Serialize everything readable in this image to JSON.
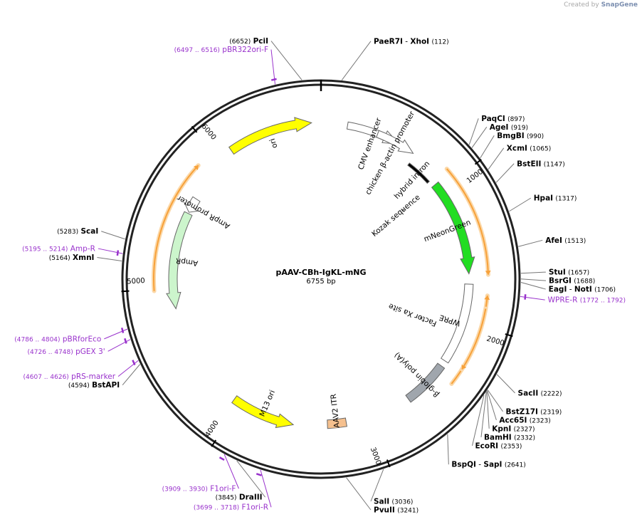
{
  "credit": {
    "prefix": "Created by",
    "brand": "SnapGene"
  },
  "map": {
    "name": "pAAV-CBh-IgKL-mNG",
    "length_label": "6755 bp",
    "length": 6755
  },
  "ticks": [
    {
      "bp": 1000,
      "label": "1000"
    },
    {
      "bp": 2000,
      "label": "2000"
    },
    {
      "bp": 3000,
      "label": "3000"
    },
    {
      "bp": 4000,
      "label": "4000"
    },
    {
      "bp": 5000,
      "label": "5000"
    },
    {
      "bp": 6000,
      "label": "6000"
    }
  ],
  "sites": [
    {
      "name": "PaeR7I",
      "name2": "XhoI",
      "pos": "(112)",
      "bp": 112,
      "type": "enzyme"
    },
    {
      "name": "PaqCI",
      "pos": "(897)",
      "bp": 897,
      "type": "enzyme"
    },
    {
      "name": "AgeI",
      "pos": "(919)",
      "bp": 919,
      "type": "enzyme"
    },
    {
      "name": "BmgBI",
      "pos": "(990)",
      "bp": 990,
      "type": "enzyme"
    },
    {
      "name": "XcmI",
      "pos": "(1065)",
      "bp": 1065,
      "type": "enzyme"
    },
    {
      "name": "BstEII",
      "pos": "(1147)",
      "bp": 1147,
      "type": "enzyme"
    },
    {
      "name": "HpaI",
      "pos": "(1317)",
      "bp": 1317,
      "type": "enzyme"
    },
    {
      "name": "AfeI",
      "pos": "(1513)",
      "bp": 1513,
      "type": "enzyme"
    },
    {
      "name": "StuI",
      "pos": "(1657)",
      "bp": 1657,
      "type": "enzyme"
    },
    {
      "name": "BsrGI",
      "pos": "(1688)",
      "bp": 1688,
      "type": "enzyme"
    },
    {
      "name": "EagI",
      "name2": "NotI",
      "pos": "(1706)",
      "bp": 1706,
      "type": "enzyme"
    },
    {
      "name": "WPRE-R",
      "pos": "(1772 .. 1792)",
      "bp": 1782,
      "type": "primer"
    },
    {
      "name": "SacII",
      "pos": "(2222)",
      "bp": 2222,
      "type": "enzyme"
    },
    {
      "name": "BstZ17I",
      "pos": "(2319)",
      "bp": 2319,
      "type": "enzyme"
    },
    {
      "name": "Acc65I",
      "pos": "(2323)",
      "bp": 2323,
      "type": "enzyme"
    },
    {
      "name": "KpnI",
      "pos": "(2327)",
      "bp": 2327,
      "type": "enzyme"
    },
    {
      "name": "BamHI",
      "pos": "(2332)",
      "bp": 2332,
      "type": "enzyme"
    },
    {
      "name": "EcoRI",
      "pos": "(2353)",
      "bp": 2353,
      "type": "enzyme"
    },
    {
      "name": "BspQI",
      "name2": "SapI",
      "pos": "(2641)",
      "bp": 2641,
      "type": "enzyme"
    },
    {
      "name": "SalI",
      "pos": "(3036)",
      "bp": 3036,
      "type": "enzyme"
    },
    {
      "name": "PvuII",
      "pos": "(3241)",
      "bp": 3241,
      "type": "enzyme"
    },
    {
      "name": "F1ori-R",
      "pos": "(3699 .. 3718)",
      "bp": 3708,
      "type": "primer"
    },
    {
      "name": "DraIII",
      "pos": "(3845)",
      "bp": 3845,
      "type": "enzyme"
    },
    {
      "name": "F1ori-F",
      "pos": "(3909 .. 3930)",
      "bp": 3920,
      "type": "primer"
    },
    {
      "name": "BstAPI",
      "pos": "(4594)",
      "bp": 4594,
      "type": "enzyme"
    },
    {
      "name": "pRS-marker",
      "pos": "(4607 .. 4626)",
      "bp": 4616,
      "type": "primer"
    },
    {
      "name": "pGEX 3'",
      "pos": "(4726 .. 4748)",
      "bp": 4737,
      "type": "primer"
    },
    {
      "name": "pBRforEco",
      "pos": "(4786 .. 4804)",
      "bp": 4795,
      "type": "primer"
    },
    {
      "name": "XmnI",
      "pos": "(5164)",
      "bp": 5164,
      "type": "enzyme"
    },
    {
      "name": "Amp-R",
      "pos": "(5195 .. 5214)",
      "bp": 5204,
      "type": "primer"
    },
    {
      "name": "ScaI",
      "pos": "(5283)",
      "bp": 5283,
      "type": "enzyme"
    },
    {
      "name": "pBR322ori-F",
      "pos": "(6497 .. 6516)",
      "bp": 6506,
      "type": "primer"
    },
    {
      "name": "PciI",
      "pos": "(6652)",
      "bp": 6652,
      "type": "enzyme"
    }
  ],
  "features": [
    {
      "name": "CMV enhancer",
      "start": 184,
      "end": 563,
      "fill": "#ffffff",
      "dir": 1
    },
    {
      "name": "chicken β-actin promoter",
      "start": 400,
      "end": 680,
      "fill": "#ffffff",
      "dir": 1
    },
    {
      "name": "hybrid intron",
      "start": 700,
      "end": 900,
      "fill": "#000000",
      "dir": 0
    },
    {
      "name": "mNeonGreen",
      "start": 945,
      "end": 1650,
      "fill": "#22dd22",
      "dir": 1
    },
    {
      "name": "Kozak sequence",
      "start": 930,
      "end": 940,
      "fill": "#ffffff",
      "dir": 0
    },
    {
      "name": "WPRE",
      "start": 1725,
      "end": 2315,
      "fill": "#ffffff",
      "dir": 0
    },
    {
      "name": "Factor Xa site",
      "start": 2080,
      "end": 2092,
      "fill": "#ffffff",
      "dir": 0
    },
    {
      "name": "β-globin poly(A)",
      "start": 2360,
      "end": 2700,
      "fill": "#a0a6ad",
      "dir": 0
    },
    {
      "name": "AAV2 ITR",
      "start": 3190,
      "end": 3330,
      "fill": "#f5c08e",
      "dir": 0
    },
    {
      "name": "M13 ori",
      "start": 3580,
      "end": 4050,
      "fill": "#ffff00",
      "dir": -1
    },
    {
      "name": "AmpR promoter",
      "start": 5570,
      "end": 5680,
      "fill": "#ffffff",
      "dir": -1
    },
    {
      "name": "AmpR",
      "start": 4850,
      "end": 5560,
      "fill": "#ccf5cc",
      "dir": -1
    },
    {
      "name": "ori",
      "start": 6100,
      "end": 6690,
      "fill": "#ffff00",
      "dir": 1
    }
  ],
  "orfs": [
    {
      "start": 915,
      "end": 1660,
      "dir": 1
    },
    {
      "start": 1795,
      "end": 2415,
      "dir": -1
    },
    {
      "start": 1880,
      "end": 2300,
      "dir": 1
    },
    {
      "start": 4990,
      "end": 5870,
      "dir": 1
    }
  ],
  "colors": {
    "backbone": "#222222",
    "enzyme": "#000000",
    "primer": "#9932cc",
    "orf": "#f7a13a",
    "leader": "#777777"
  }
}
